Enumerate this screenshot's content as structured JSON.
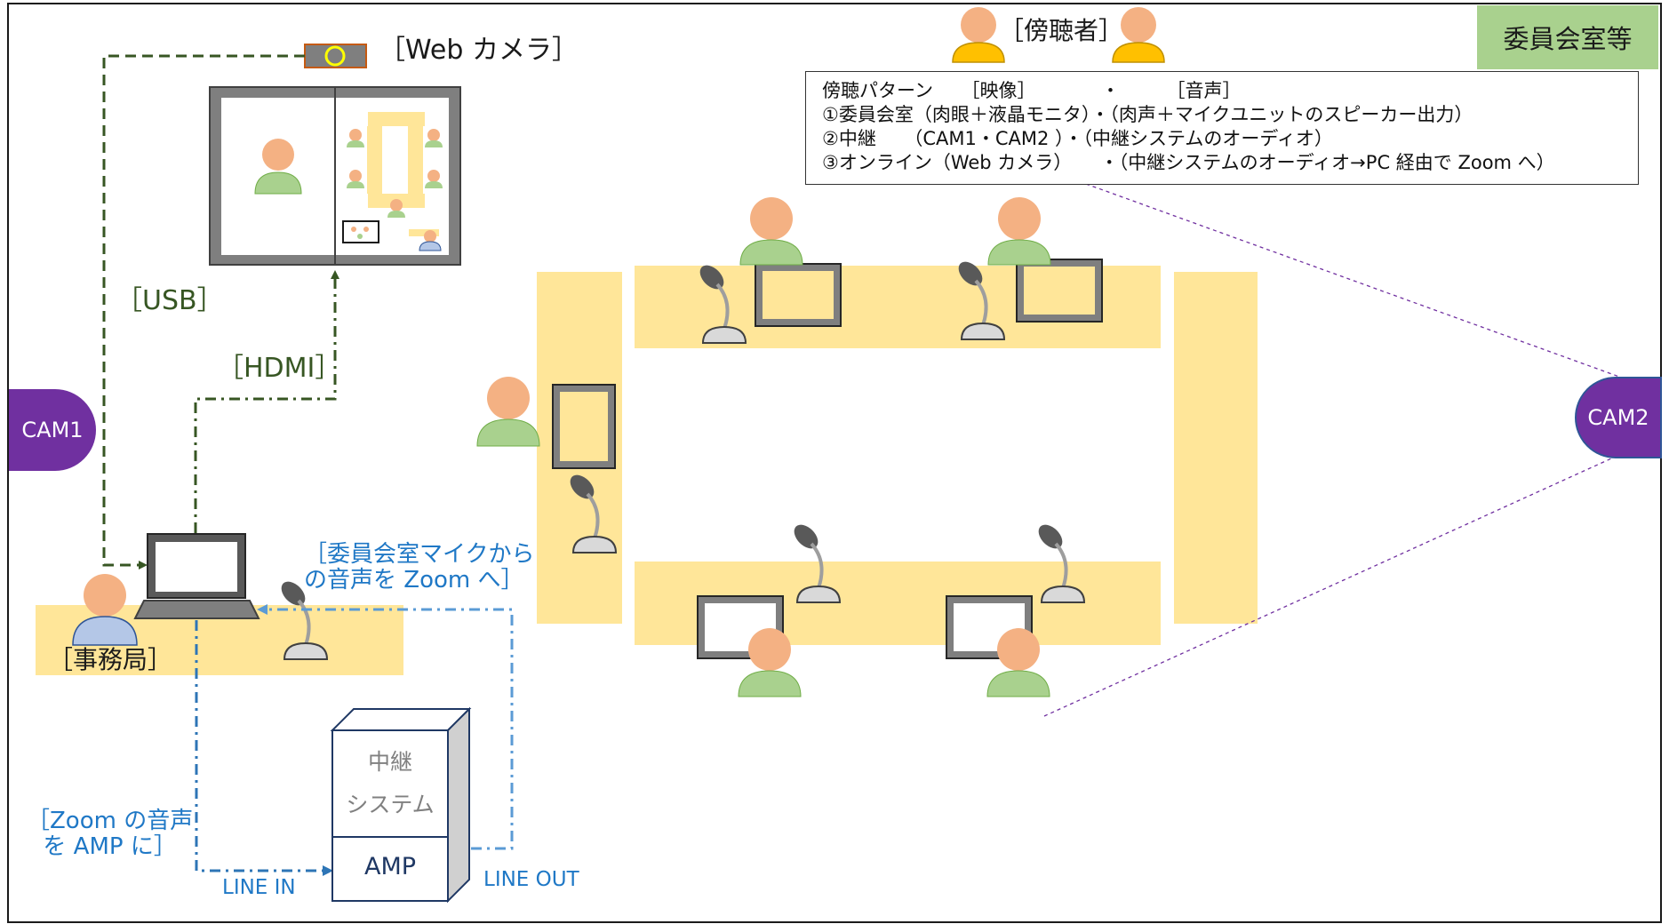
{
  "room_label": "委員会室等",
  "spectators_label": "［傍聴者］",
  "webcam_label": "［Web カメラ］",
  "usb_label": "［USB］",
  "hdmi_label": "［HDMI］",
  "secretariat_label": "［事務局］",
  "cam1_label": "CAM1",
  "cam2_label": "CAM2",
  "mic_to_zoom_label": [
    "［委員会室マイクから",
    "の音声を Zoom へ］"
  ],
  "zoom_to_amp_label": [
    "［Zoom の音声",
    "を AMP に］"
  ],
  "relay_system": {
    "line1": "中継",
    "line2": "システム",
    "amp": "AMP"
  },
  "line_in_label": "LINE IN",
  "line_out_label": "LINE OUT",
  "legend": {
    "header": "傍聴パターン　　［映像］　　　　・　　　［音声］",
    "rows": [
      "①委員会室（肉眼＋液晶モニタ）・（肉声＋マイクユニットのスピーカー出力）",
      "②中継　　（CAM1・CAM2 ）・（中継システムのオーディオ）",
      "③オンライン（Web カメラ）　　・（中継システムのオーディオ→PC 経由で Zoom へ）"
    ]
  },
  "colors": {
    "table": "#ffe699",
    "usb_line": "#375623",
    "audio_line": "#2e75b6",
    "audio_line_light": "#5b9bd5",
    "camera": "#7030a0",
    "room_label_bg": "#a9d18e",
    "person_skin": "#f4b183",
    "person_green": "#a9d18e",
    "person_blue": "#b4c7e7",
    "person_yellow": "#ffc000",
    "cam_view_line": "#7030a0"
  }
}
